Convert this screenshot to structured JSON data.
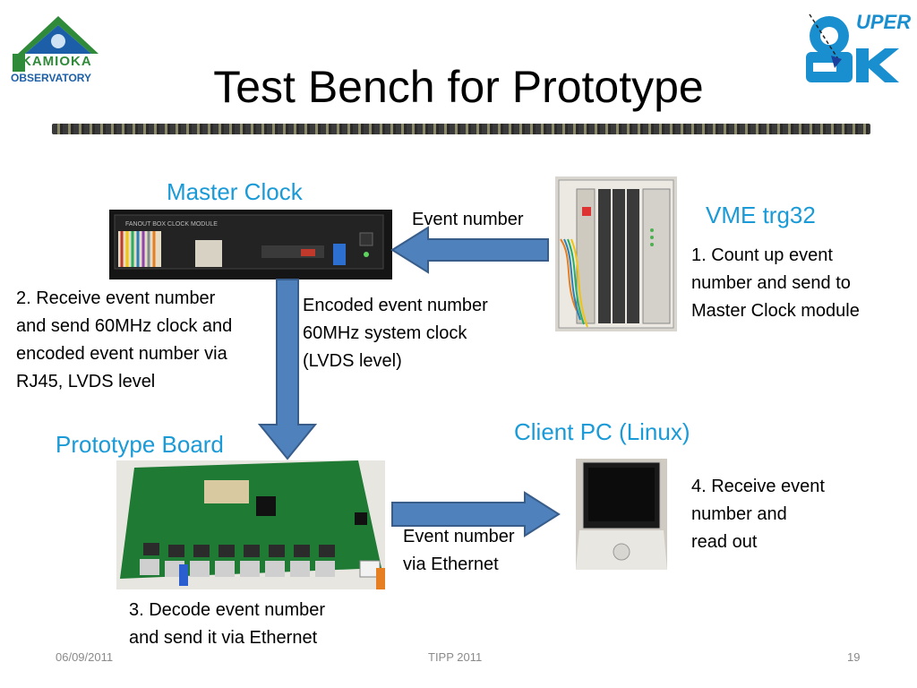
{
  "logos": {
    "kamioka_line1": "KAMIOKA",
    "kamioka_line2": "OBSERVATORY",
    "superk_top": "UPER",
    "superk_bottom": "K",
    "superk_colors": {
      "accent": "#1a8fd0"
    }
  },
  "slide": {
    "title": "Test Bench for Prototype"
  },
  "nodes": {
    "master_clock": {
      "label": "Master Clock",
      "panel_text": "FANOUT BOX   CLOCK MODULE"
    },
    "vme": {
      "label": "VME trg32"
    },
    "prototype": {
      "label": "Prototype Board"
    },
    "client": {
      "label": "Client PC (Linux)"
    }
  },
  "edges": {
    "vme_to_master": "Event number",
    "master_to_board_line1": "Encoded event number",
    "master_to_board_line2": "60MHz system clock",
    "master_to_board_line3": "(LVDS level)",
    "board_to_pc_line1": "Event number",
    "board_to_pc_line2": "via Ethernet"
  },
  "notes": {
    "step1": [
      "1. Count up event",
      "number and send to",
      "Master Clock module"
    ],
    "step2": [
      "2. Receive event number",
      "and send 60MHz clock and",
      "encoded event number via",
      "RJ45, LVDS level"
    ],
    "step3": [
      "3. Decode event number",
      "and send it via Ethernet"
    ],
    "step4": [
      "4. Receive event",
      "number and",
      "read out"
    ]
  },
  "footer": {
    "date": "06/09/2011",
    "center": "TIPP 2011",
    "page": "19"
  },
  "colors": {
    "label_blue": "#1a9ad6",
    "arrow_fill": "#4f81bd",
    "arrow_stroke": "#385d8a"
  }
}
